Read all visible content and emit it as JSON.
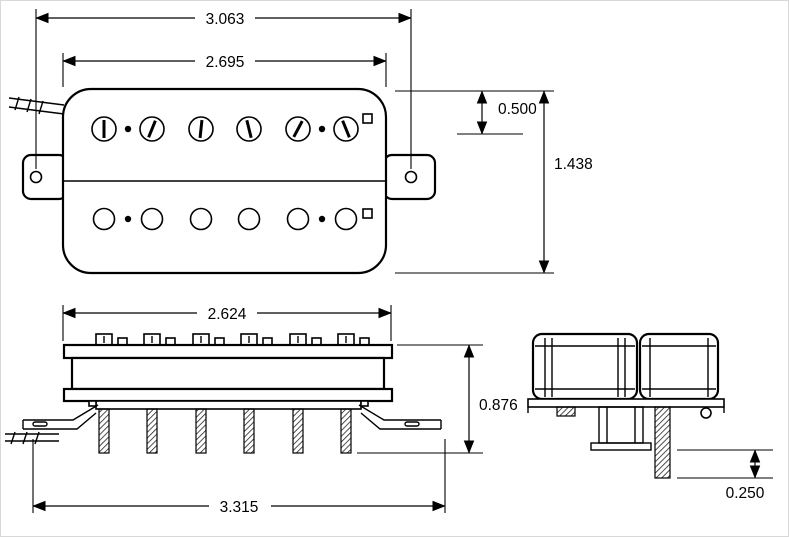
{
  "views": {
    "top": {
      "dims": {
        "tab_span": "3.063",
        "body_width": "2.695",
        "screw_row_offset": "0.500",
        "body_height": "1.438"
      }
    },
    "side": {
      "dims": {
        "base_width": "2.624",
        "overall_height": "0.876",
        "leg_span": "3.315"
      }
    },
    "end": {
      "dims": {
        "screw_protrusion": "0.250"
      }
    }
  }
}
